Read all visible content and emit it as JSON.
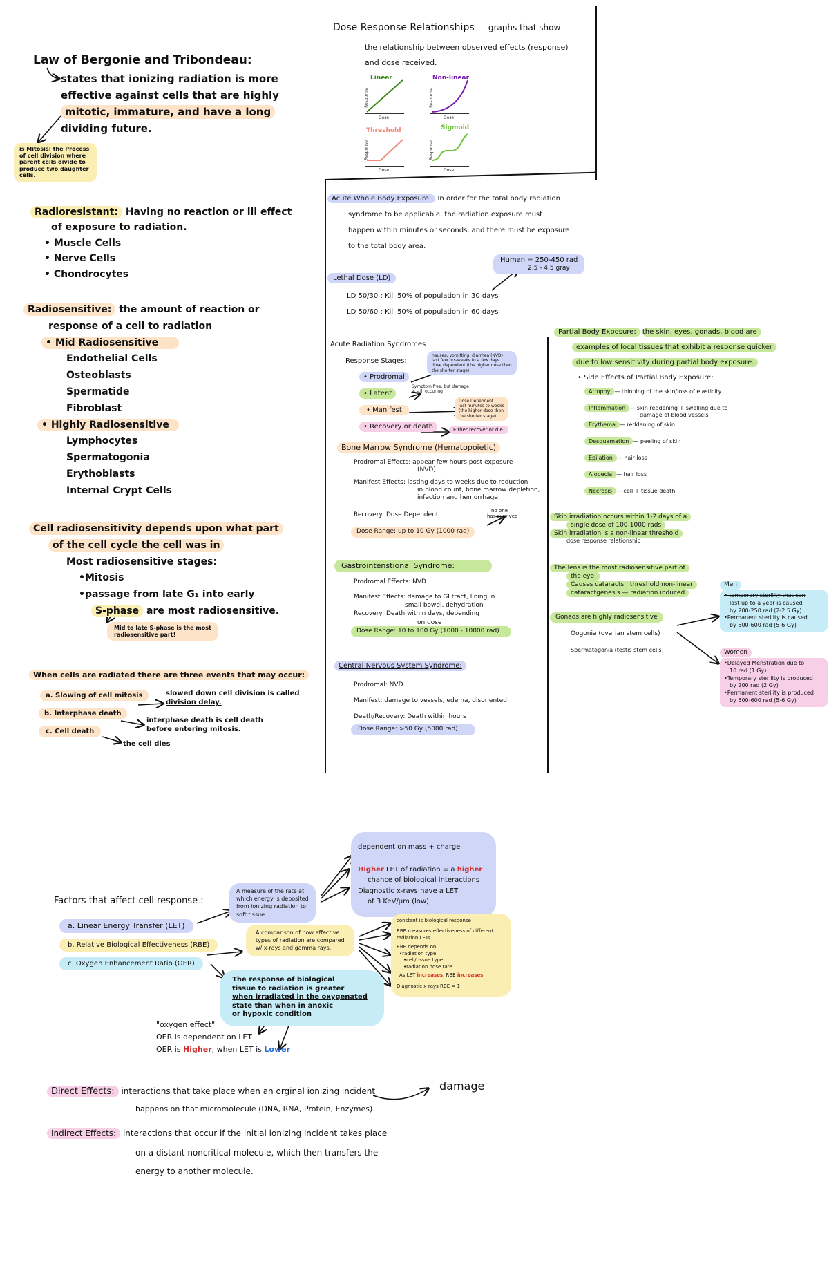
{
  "bergonie": {
    "title": "Law of Bergonie and Tribondeau:",
    "l1": "states that ionizing radiation is more",
    "l2": "effective against cells that are highly",
    "l3": "mitotic, immature, and have a long",
    "l4": "dividing future.",
    "note1": "is Mitosis: the Process",
    "note2": "of cell division where",
    "note3": "parent cells divide to",
    "note4": "produce two daughter",
    "note5": "cells."
  },
  "radioresistant": {
    "label": "Radioresistant:",
    "def1": "Having no reaction or ill effect",
    "def2": "of exposure to radiation.",
    "items": [
      "• Muscle Cells",
      "• Nerve Cells",
      "• Chondrocytes"
    ]
  },
  "radiosensitive": {
    "label": "Radiosensitive:",
    "def1": "the amount of reaction or",
    "def2": "response of a cell to radiation",
    "mid_label": "• Mid Radiosensitive",
    "mid_items": [
      "Endothelial Cells",
      "Osteoblasts",
      "Spermatide",
      "Fibroblast"
    ],
    "high_label": "• Highly Radiosensitive",
    "high_items": [
      "Lymphocytes",
      "Spermatogonia",
      "Erythoblasts",
      "Internal Crypt Cells"
    ]
  },
  "cellcycle": {
    "l1": "Cell radiosensitivity depends upon what part",
    "l2": "of the cell cycle the cell was in",
    "l3": "Most radiosensitive stages:",
    "l4": "•Mitosis",
    "l5": "•passage from late G₁ into early",
    "l6a": "S-phase",
    "l6b": "are most radiosensitive.",
    "note1": "Mid to late S-phase is the most",
    "note2": "radiosensitive part!"
  },
  "events": {
    "title": "When cells are radiated there are three events that may occur:",
    "a": "a. Slowing of cell mitosis",
    "a_desc1": "slowed down cell division is called",
    "a_desc2": "division delay.",
    "b": "b. Interphase death",
    "b_desc1": "interphase death is cell death",
    "b_desc2": "before entering mitosis.",
    "c": "c. Cell death",
    "c_desc": "the cell dies"
  },
  "dose_response": {
    "title": "Dose Response Relationships",
    "d1": "— graphs that show",
    "d2": "the relationship between observed effects (response)",
    "d3": "and dose received.",
    "graphs": [
      {
        "name": "Linear",
        "color": "#3b8a1e"
      },
      {
        "name": "Non-linear",
        "color": "#7a1fb3"
      },
      {
        "name": "Threshold",
        "color": "#f08a7a"
      },
      {
        "name": "Sigmoid",
        "color": "#6ec234"
      }
    ],
    "axis_y": "Response",
    "axis_x": "Dose"
  },
  "acute_whole": {
    "label": "Acute Whole Body Exposure:",
    "d1": "In order for the total body radiation",
    "d2": "syndrome to be applicable, the radiation exposure must",
    "d3": "happen within minutes or seconds, and there must be exposure",
    "d4": "to the total body area.",
    "human1": "Human = 250-450 rad",
    "human2": "2.5 - 4.5 gray",
    "ld_label": "Lethal Dose (LD)",
    "ld1": "LD 50/30 : Kill 50% of population in 30 days",
    "ld2": "LD 50/60 : Kill 50% of population in 60 days"
  },
  "ars": {
    "title": "Acute Radiation Syndromes",
    "stages_label": "Response Stages:",
    "prodromal": "• Prodromal",
    "latent": "• Latent",
    "manifest": "• Manifest",
    "recovery": "• Recovery or death",
    "n_prod1": "nausea, vomitting, diarrhea (NVD)",
    "n_prod2": "last few hrs-weeks to a few days",
    "n_prod3": "dose dependent (the higher dose then",
    "n_prod4": "the shorter stage)",
    "n_lat1": "Symptom free, but damage",
    "n_lat2": "is still occuring",
    "n_man1": "Dose Dependent",
    "n_man2": "last minutes to weeks",
    "n_man3": "(the higher dose then",
    "n_man4": "the shorter stage)",
    "n_rec": "Either recover or die."
  },
  "bone_marrow": {
    "title": "Bone Marrow Syndrome (Hematopoietic)",
    "p": "Prodromal Effects: appear few hours post exposure",
    "p2": "(NVD)",
    "m": "Manifest Effects: lasting days to weeks due to reduction",
    "m2": "in blood count, bone marrow depletion,",
    "m3": "infection and hemorrhage.",
    "r": "Recovery: Dose Dependent",
    "r_note1": "no one",
    "r_note2": "has survived",
    "dr": "Dose Range: up to 10 Gy (1000 rad)"
  },
  "gi": {
    "title": "Gastrointenstional Syndrome:",
    "p": "Prodromal Effects: NVD",
    "m": "Manifest Effects: damage to GI tract, lining in",
    "m2": "small bowel, dehydration",
    "r": "Recovery: Death within days, depending",
    "r2": "on dose",
    "dr": "Dose Range: 10 to 100 Gy (1000 - 10000 rad)"
  },
  "cns": {
    "title": "Central Nervous System Syndrome:",
    "p": "Prodromal: NVD",
    "m": "Manifest: damage to vessels, edema, disoriented",
    "r": "Death/Recovery: Death within hours",
    "dr": "Dose Range: >50 Gy (5000 rad)"
  },
  "partial": {
    "label": "Partial Body Exposure:",
    "d1": "the skin, eyes, gonads, blood are",
    "d2": "examples of local tissues that exhibit a response quicker",
    "d3": "due to low sensitivity during partial body exposure.",
    "se_title": "• Side Effects of Partial Body Exposure:",
    "se": [
      {
        "k": "Atrophy",
        "v": "— thinning of the skin/loss of elasticity"
      },
      {
        "k": "Inflammation",
        "v": "— skin reddening + swelling due to"
      },
      {
        "k": "",
        "v": "damage of blood vessels"
      },
      {
        "k": "Erythema",
        "v": "— reddening of skin"
      },
      {
        "k": "Desquamation",
        "v": "— peeling of skin"
      },
      {
        "k": "Epilation",
        "v": "— hair loss"
      },
      {
        "k": "Alopecia",
        "v": "— hair loss"
      },
      {
        "k": "Necrosis",
        "v": "— cell + tissue death"
      }
    ],
    "skin1": "Skin irradiation occurs within 1-2 days of a",
    "skin2": "single dose of 100-1000 rads",
    "skin3": "Skin irradiation is a non-linear threshold",
    "skin4": "dose response relationship",
    "lens1": "The lens is the most radiosensitive part of",
    "lens2": "the eye.",
    "lens3": "Causes cataracts | threshold non-linear",
    "lens4": "cataractgenesis — radiation induced",
    "gonads": "Gonads are highly radiosensitive",
    "oogonia": "Oogonia (ovarian stem cells)",
    "sperm": "Spermatogonia (testis stem cells)",
    "men_label": "Men",
    "men": [
      "• temporary sterility that can",
      "last up to a year is caused",
      "by 200-250 rad (2-2.5 Gy)",
      "•Permanent sterility is caused",
      "by 500-600 rad (5-6 Gy)"
    ],
    "women_label": "Women",
    "women": [
      "•Delayed Menstration due to",
      "10 rad (1 Gy)",
      "•Temporary sterility is produced",
      "by 200 rad (2 Gy)",
      "•Permanent sterility is produced",
      "by 500-600 rad (5-6 Gy)"
    ]
  },
  "factors": {
    "title": "Factors that affect cell response :",
    "a": "a. Linear Energy Transfer (LET)",
    "b": "b. Relative Biological Effectiveness (RBE)",
    "c": "c. Oxygen Enhancement Ratio (OER)",
    "let_def1": "A measure of the rate at",
    "let_def2": "which energy is deposited",
    "let_def3": "from ionizing radiation to",
    "let_def4": "soft tissue.",
    "let_n1": "dependent on mass + charge",
    "let_n2a": "Higher",
    "let_n2b": "LET of radiation = a",
    "let_n2c": "higher",
    "let_n2d": "chance of biological interactions",
    "let_n3a": "Diagnostic x-rays have a LET",
    "let_n3b": "of 3 KeV/μm (low)",
    "rbe_def1": "A comparison of how effective",
    "rbe_def2": "types of radiation are compared",
    "rbe_def3": "w/ x-rays and gamma rays.",
    "rbe_n1": "constant is biological response",
    "rbe_n2a": "RBE measures effectiveness of different",
    "rbe_n2b": "radiation LETs.",
    "rbe_n3a": "RBE depends on:",
    "rbe_n3b": "•radiation type",
    "rbe_n3c": "•cell/tissue type",
    "rbe_n3d": "•radiation dose rate",
    "rbe_n4a": "As LET",
    "rbe_n4b": "increases",
    "rbe_n4c": ", RBE",
    "rbe_n4d": "increases",
    "rbe_n5": "Diagnostic x-rays RBE = 1",
    "oer_def1": "The response of biological",
    "oer_def2": "tissue to radiation is greater",
    "oer_def3": "when irradiated in the oxygenated",
    "oer_def4": "state than when in anoxic",
    "oer_def5": "or hypoxic condition",
    "oer_n1": "\"oxygen effect\"",
    "oer_n2": "OER is dependent on LET",
    "oer_n3a": "OER is",
    "oer_n3b": "Higher",
    "oer_n3c": "when LET is",
    "oer_n3d": "Lower"
  },
  "effects": {
    "direct_label": "Direct Effects:",
    "direct1": "interactions that take place when an orginal ionizing incident",
    "direct2": "happens on that micromolecule (DNA, RNA, Protein, Enzymes)",
    "damage": "damage",
    "indirect_label": "Indirect Effects:",
    "indirect1": "interactions that occur if the initial ionizing incident takes place",
    "indirect2": "on a distant noncritical molecule, which then transfers the",
    "indirect3": "energy to another molecule."
  }
}
